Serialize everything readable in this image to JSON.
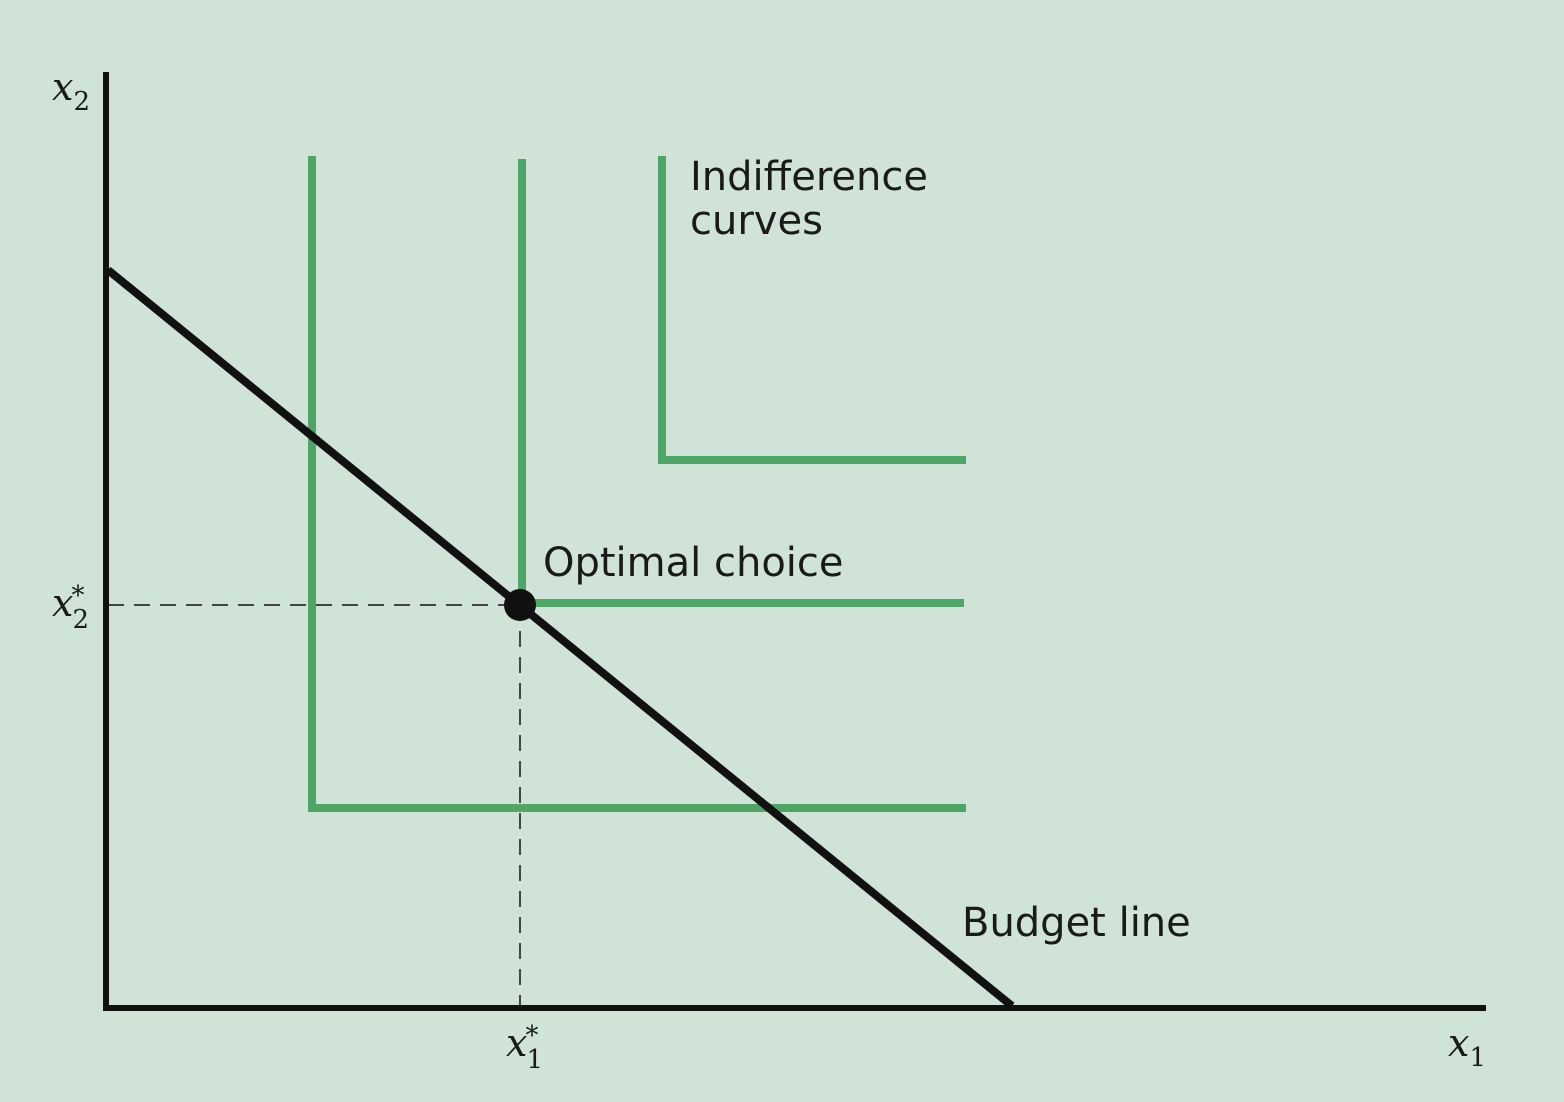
{
  "diagram": {
    "axes": {
      "y_label": {
        "base": "x",
        "sub": "2"
      },
      "x_label": {
        "base": "x",
        "sub": "1"
      }
    },
    "ticks": {
      "x_star": {
        "base": "x",
        "sub": "1",
        "sup": "*"
      },
      "y_star": {
        "base": "x",
        "sub": "2",
        "sup": "*"
      }
    },
    "annotations": {
      "indifference_line1": "Indifference",
      "indifference_line2": "curves",
      "optimal_choice": "Optimal choice",
      "budget_line": "Budget line"
    },
    "colors": {
      "background": "#cfe3d6",
      "indifference_curve": "#4ea566",
      "budget_line": "#111111",
      "axis": "#111111",
      "guide": "#444444"
    },
    "curve_count": 3,
    "curve_shape": "L-shaped (perfect complements)"
  }
}
